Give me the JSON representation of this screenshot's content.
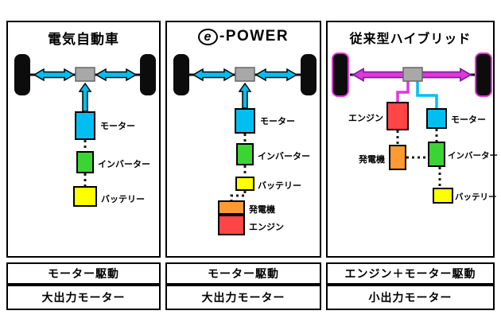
{
  "page": {
    "background": "#ffffff"
  },
  "colors": {
    "cyan": "#00bff0",
    "green": "#3cd435",
    "yellow": "#ffff00",
    "orange": "#ff9933",
    "red": "#ff4545",
    "magenta": "#e038d8",
    "magenta-stroke": "#7a1fa2",
    "graybox": "#a8a8a8",
    "graybox-border": "#666666",
    "wheel": "#0c0c0c"
  },
  "panels": [
    {
      "title": "電気自動車",
      "labels": {
        "motor": "モーター",
        "inverter": "インバーター",
        "battery": "バッテリー"
      },
      "footer_drive": "モーター駆動",
      "footer_output": "大出力モーター"
    },
    {
      "title": "e-POWER",
      "title_e": "e",
      "title_rest": "-POWER",
      "labels": {
        "motor": "モーター",
        "inverter": "インバーター",
        "battery": "バッテリー",
        "generator": "発電機",
        "engine": "エンジン"
      },
      "footer_drive": "モーター駆動",
      "footer_output": "大出力モーター"
    },
    {
      "title": "従来型ハイブリッド",
      "labels": {
        "engine": "エンジン",
        "motor": "モーター",
        "generator": "発電機",
        "inverter": "インバーター",
        "battery": "バッテリー"
      },
      "footer_drive": "エンジン＋モーター駆動",
      "footer_output": "小出力モーター"
    }
  ]
}
